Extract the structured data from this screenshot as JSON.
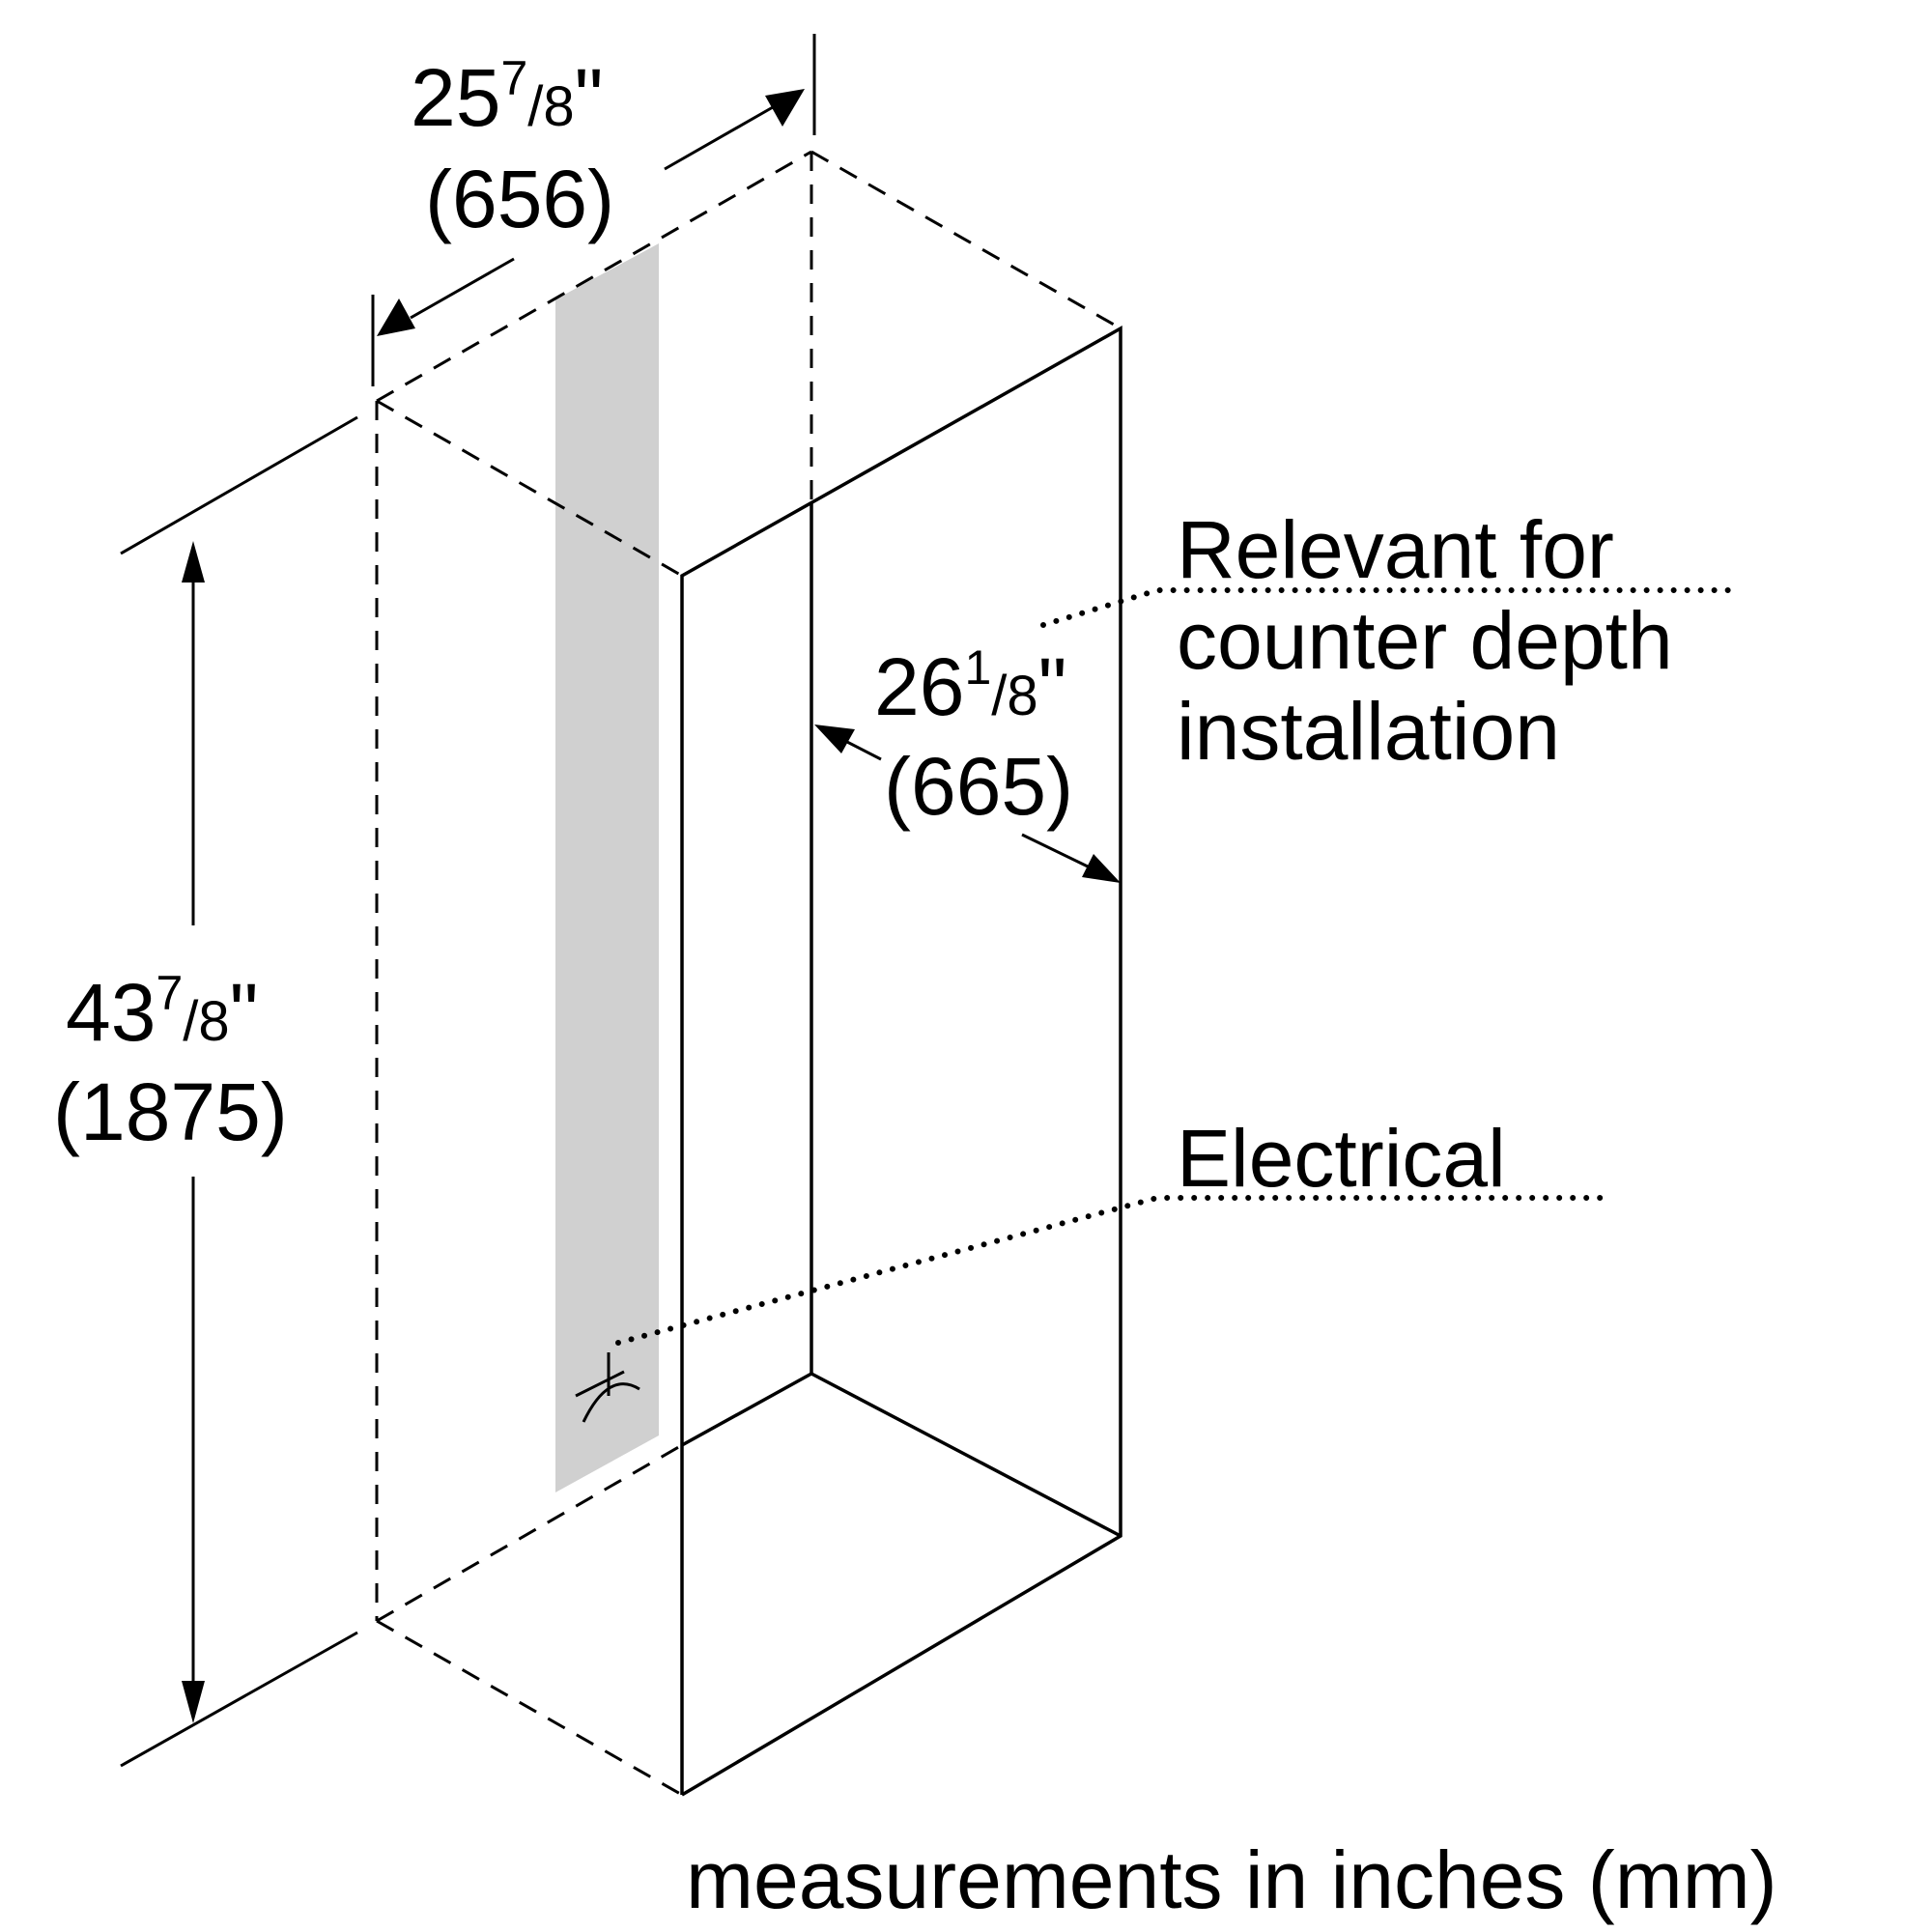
{
  "dimensions": {
    "width": {
      "whole": "25",
      "num": "7",
      "den": "8",
      "unit": "\"",
      "mm": "(656)"
    },
    "depth": {
      "whole": "26",
      "num": "1",
      "den": "8",
      "unit": "\"",
      "mm": "(665)"
    },
    "height": {
      "whole": "43",
      "num": "7",
      "den": "8",
      "unit": "\"",
      "mm": "(1875)"
    }
  },
  "callouts": {
    "relevant": [
      "Relevant for",
      "counter depth",
      "installation"
    ],
    "electrical": "Electrical"
  },
  "footer": "measurements in inches (mm)",
  "colors": {
    "line": "#000000",
    "shaded_zone": "#d0d0d0",
    "background": "#ffffff"
  },
  "icons": {
    "electrical_outlet": "outlet-symbol-icon"
  }
}
